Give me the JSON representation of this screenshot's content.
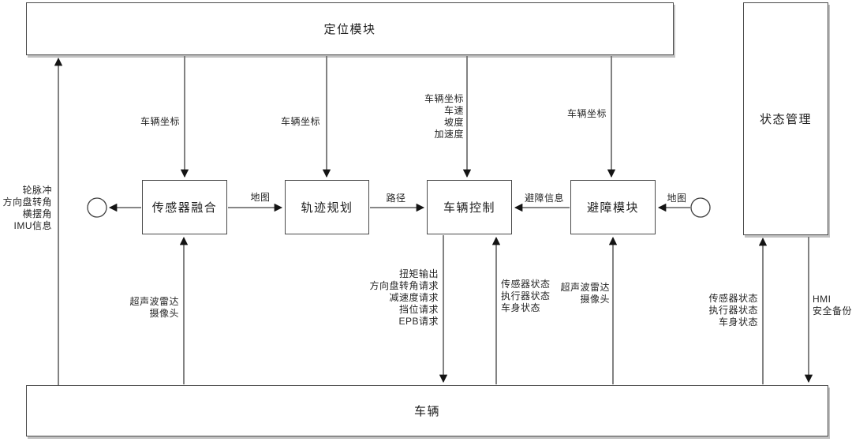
{
  "modules": {
    "positioning": {
      "label": "定位模块"
    },
    "state_management": {
      "label": "状态管理"
    },
    "sensor_fusion": {
      "label": "传感器融合"
    },
    "trajectory_planning": {
      "label": "轨迹规划"
    },
    "vehicle_control": {
      "label": "车辆控制"
    },
    "obstacle_avoidance": {
      "label": "避障模块"
    },
    "vehicle": {
      "label": "车辆"
    }
  },
  "edge_labels": {
    "wheel_signals": "轮脉冲\n方向盘转角\n横摆角\nIMU信息",
    "coords_to_fusion": "车辆坐标",
    "coords_to_planning": "车辆坐标",
    "coords_speed_to_control": "车辆坐标\n车速\n坡度\n加速度",
    "coords_to_avoidance": "车辆坐标",
    "map_to_planning": "地图",
    "path_to_control": "路径",
    "avoidance_info": "避障信息",
    "map_to_avoidance": "地图",
    "ultrasonic_camera_to_fusion": "超声波雷达\n摄像头",
    "control_outputs": "扭矩输出\n方向盘转角请求\n减速度请求\n挡位请求\nEPB请求",
    "vehicle_status_to_control": "传感器状态\n执行器状态\n车身状态",
    "ultrasonic_camera_to_avoidance": "超声波雷达\n摄像头",
    "vehicle_status_to_state": "传感器状态\n执行器状态\n车身状态",
    "hmi_safety": "HMI\n安全备份"
  },
  "colors": {
    "line": "#3f3f3f",
    "arrowhead": "#141414",
    "box_border": "#4a4a4a",
    "text": "#262626",
    "background": "#ffffff"
  }
}
